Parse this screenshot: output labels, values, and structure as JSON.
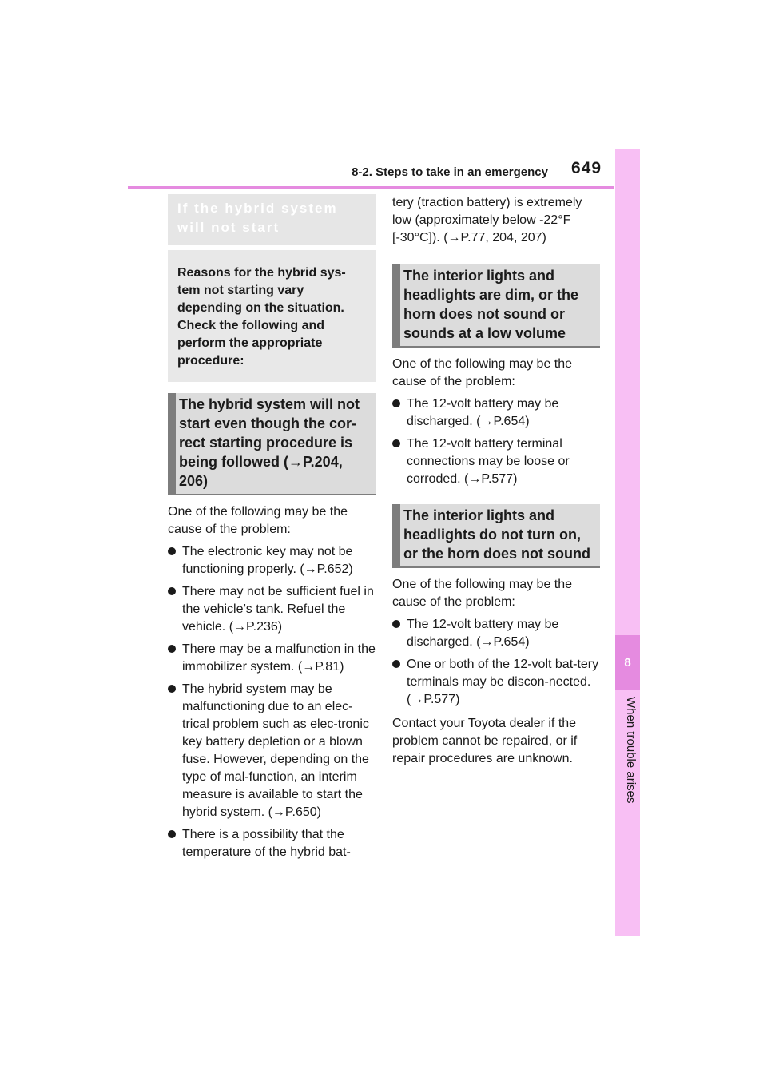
{
  "header": {
    "section_title": "8-2. Steps to take in an emergency",
    "page_number": "649"
  },
  "side_tab": {
    "chapter_number": "8",
    "chapter_label": "When trouble arises"
  },
  "left_column": {
    "banner": "If the hybrid system will not start",
    "intro": "Reasons for the hybrid sys-tem not starting vary depending on the situation. Check the following and perform the appropriate procedure:",
    "heading1": "The hybrid system will not start even though the cor-rect starting procedure is being followed (→P.204, 206)",
    "lead1": "One of the following may be the cause of the problem:",
    "bullets": [
      "The electronic key may not be functioning properly. (→P.652)",
      "There may not be sufficient fuel in the vehicle’s tank. Refuel the vehicle. (→P.236)",
      "There may be a malfunction in the immobilizer system. (→P.81)",
      "The hybrid system may be malfunctioning due to an elec-trical problem such as elec-tronic key battery depletion or a blown fuse. However, depending on the type of mal-function, an interim measure is available to start the hybrid system. (→P.650)",
      "There is a possibility that the temperature of the hybrid bat-"
    ]
  },
  "right_column": {
    "continuation": "tery (traction battery) is extremely low (approximately below -22°F [-30°C]). (→P.77, 204, 207)",
    "heading2": "The interior lights and headlights are dim, or the horn does not sound or sounds at a low volume",
    "lead2": "One of the following may be the cause of the problem:",
    "bullets2": [
      "The 12-volt battery may be discharged. (→P.654)",
      "The 12-volt battery terminal connections may be loose or corroded. (→P.577)"
    ],
    "heading3": "The interior lights and headlights do not turn on, or the horn does not sound",
    "lead3": "One of the following may be the cause of the problem:",
    "bullets3": [
      "The 12-volt battery may be discharged. (→P.654)",
      "One or both of the 12-volt bat-tery terminals may be discon-nected. (→P.577)"
    ],
    "closing": "Contact your Toyota dealer if the problem cannot be repaired, or if repair procedures are unknown."
  }
}
